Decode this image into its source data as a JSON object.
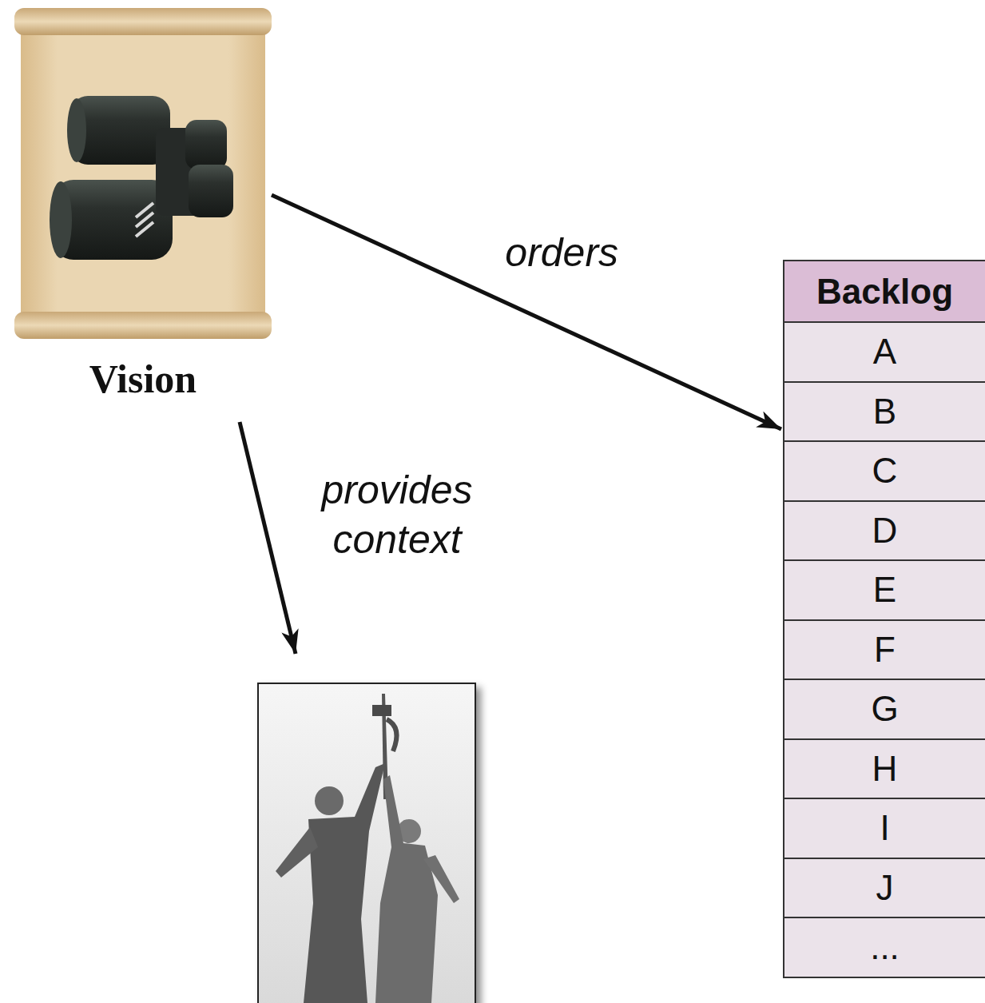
{
  "diagram": {
    "nodes": [
      {
        "text": [
          "Vision"
        ]
      },
      {
        "text": [
          "Backlog"
        ]
      },
      {
        "text": [
          "A"
        ],
        "in": 1
      },
      {
        "text": [
          "B"
        ],
        "in": 1
      },
      {
        "text": [
          "C"
        ],
        "in": 1
      },
      {
        "text": [
          "D"
        ],
        "in": 1
      },
      {
        "text": [
          "E"
        ],
        "in": 1
      },
      {
        "text": [
          "F"
        ],
        "in": 1
      },
      {
        "text": [
          "G"
        ],
        "in": 1
      },
      {
        "text": [
          "H"
        ],
        "in": 1
      },
      {
        "text": [
          "I"
        ],
        "in": 1
      },
      {
        "text": [
          "J"
        ],
        "in": 1
      },
      {
        "text": [
          "..."
        ],
        "in": 1
      }
    ],
    "edges": [
      {
        "from": 0,
        "to": 1,
        "label": "orders",
        "arrow": "to"
      }
    ],
    "labels": [
      "provides context"
    ]
  }
}
